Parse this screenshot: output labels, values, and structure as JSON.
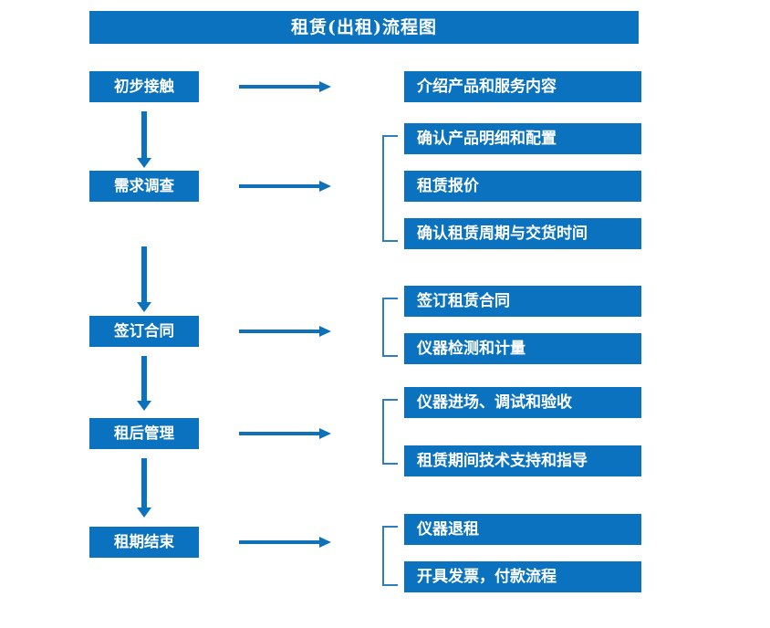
{
  "page": {
    "background": "#ffffff",
    "accent_color": "#0b72bf",
    "bracket_color": "#2b7fc0",
    "arrow_color": "#1070b8",
    "text_color": "#ffffff"
  },
  "title": {
    "text": "租赁(出租)流程图"
  },
  "flow": {
    "stages": [
      {
        "id": "stage-1",
        "label": "初步接触",
        "details": [
          {
            "label": "介绍产品和服务内容"
          }
        ],
        "bracketed": false
      },
      {
        "id": "stage-2",
        "label": "需求调查",
        "details": [
          {
            "label": "确认产品明细和配置"
          },
          {
            "label": "租赁报价"
          },
          {
            "label": "确认租赁周期与交货时间"
          }
        ],
        "bracketed": true
      },
      {
        "id": "stage-3",
        "label": "签订合同",
        "details": [
          {
            "label": "签订租赁合同"
          },
          {
            "label": "仪器检测和计量"
          }
        ],
        "bracketed": true
      },
      {
        "id": "stage-4",
        "label": "租后管理",
        "details": [
          {
            "label": "仪器进场、调试和验收"
          },
          {
            "label": "租赁期间技术支持和指导"
          }
        ],
        "bracketed": true
      },
      {
        "id": "stage-5",
        "label": "租期结束",
        "details": [
          {
            "label": "仪器退租"
          },
          {
            "label": "开具发票，付款流程"
          }
        ],
        "bracketed": true
      }
    ],
    "connectors": {
      "vertical_arrow_icon": "arrow-down-icon",
      "horizontal_arrow_icon": "arrow-right-icon",
      "group_bracket_icon": "group-bracket-icon"
    }
  }
}
